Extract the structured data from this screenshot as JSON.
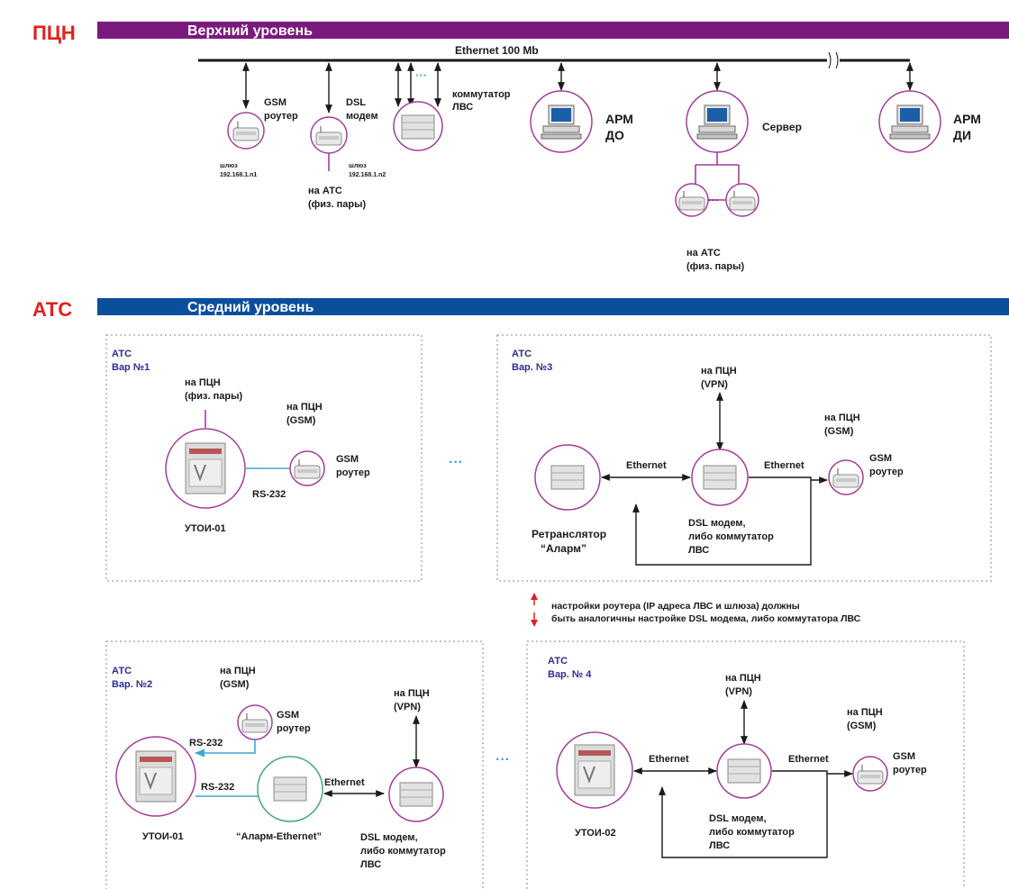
{
  "sections": {
    "top": {
      "side_label": "ПЦН",
      "band_title": "Верхний уровень",
      "band_color": "#7a1a7c"
    },
    "mid": {
      "side_label": "АТС",
      "band_title": "Средний уровень",
      "band_color": "#0a4f9c"
    }
  },
  "top_level": {
    "ethernet_label": "Ethernet 100 Mb",
    "gsm_router": [
      "GSM",
      "роутер"
    ],
    "dsl_modem": [
      "DSL",
      "модем"
    ],
    "switch": [
      "коммутатор",
      "ЛВС"
    ],
    "arm_do": [
      "АРМ",
      "ДО"
    ],
    "server": "Сервер",
    "arm_di": [
      "АРМ",
      "ДИ"
    ],
    "gateway1": [
      "шлюз",
      "192.168.1.n1"
    ],
    "gateway2": [
      "шлюз",
      "192.168.1.n2"
    ],
    "to_ats_left": [
      "на АТС",
      "(физ. пары)"
    ],
    "to_ats_server": [
      "на АТС",
      "(физ. пары)"
    ]
  },
  "var1": {
    "title": [
      "АТС",
      "Вар №1"
    ],
    "to_pcn_phys": [
      "на ПЦН",
      "(физ. пары)"
    ],
    "to_pcn_gsm": [
      "на ПЦН",
      "(GSM)"
    ],
    "gsm_router": [
      "GSM",
      "роутер"
    ],
    "rs232": "RS-232",
    "device": "УТОИ-01"
  },
  "var3": {
    "title": [
      "АТС",
      "Вар.  №3"
    ],
    "to_pcn_vpn": [
      "на ПЦН",
      "(VPN)"
    ],
    "to_pcn_gsm": [
      "на ПЦН",
      "(GSM)"
    ],
    "eth1": "Ethernet",
    "eth2": "Ethernet",
    "gsm_router": [
      "GSM",
      "роутер"
    ],
    "retranslator": [
      "Ретранслятор",
      "“Аларм”"
    ],
    "dsl": [
      "DSL модем,",
      "либо коммутатор",
      "ЛВС"
    ]
  },
  "note": [
    "настройки роутера (IP адреса ЛВС и шлюза)  должны",
    "быть аналогичны настройке DSL модема, либо коммутатора ЛВС"
  ],
  "var2": {
    "title": [
      "АТС",
      "Вар. №2"
    ],
    "to_pcn_gsm": [
      "на ПЦН",
      "(GSM)"
    ],
    "gsm_router": [
      "GSM",
      "роутер"
    ],
    "rs232a": "RS-232",
    "rs232b": "RS-232",
    "to_pcn_vpn": [
      "на ПЦН",
      "(VPN)"
    ],
    "eth": "Ethernet",
    "device": "УТОИ-01",
    "alarm_eth": "“Аларм-Ethernet”",
    "dsl": [
      "DSL модем,",
      "либо коммутатор",
      "ЛВС"
    ]
  },
  "var4": {
    "title": [
      "АТС",
      "Вар. № 4"
    ],
    "to_pcn_vpn": [
      "на ПЦН",
      "(VPN)"
    ],
    "to_pcn_gsm": [
      "на ПЦН",
      "(GSM)"
    ],
    "eth1": "Ethernet",
    "eth2": "Ethernet",
    "gsm_router": [
      "GSM",
      "роутер"
    ],
    "device": "УТОИ-02",
    "dsl": [
      "DSL модем,",
      "либо коммутатор",
      "ЛВС"
    ]
  },
  "ellipsis": "···"
}
